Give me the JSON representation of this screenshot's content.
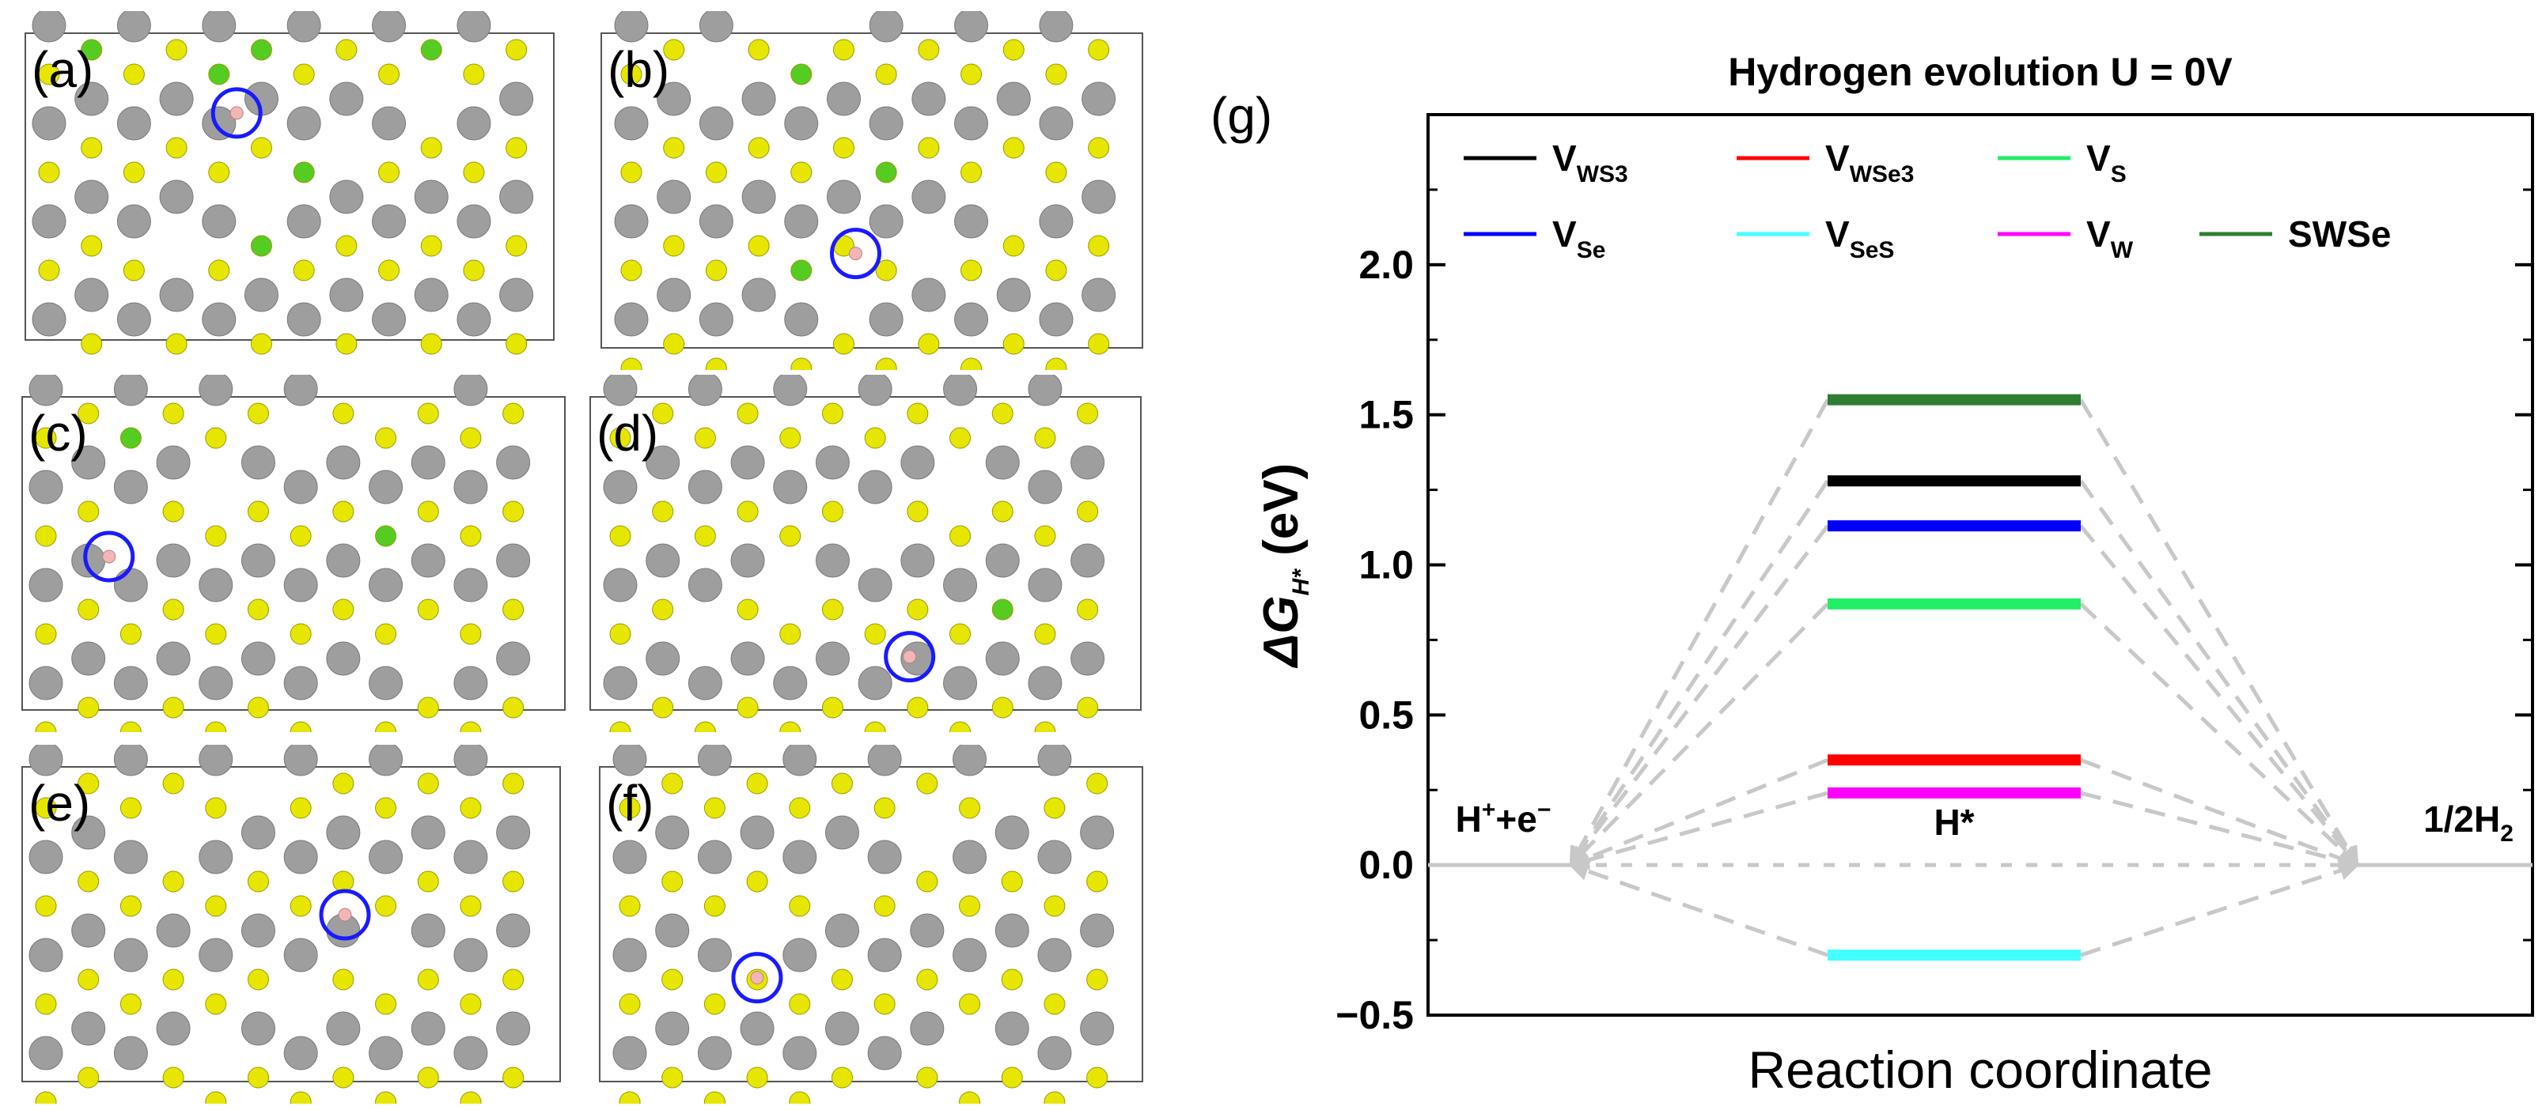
{
  "panels": [
    {
      "label": "(a)"
    },
    {
      "label": "(b)"
    },
    {
      "label": "(c)"
    },
    {
      "label": "(d)"
    },
    {
      "label": "(e)"
    },
    {
      "label": "(f)"
    }
  ],
  "colors": {
    "W_atom": "#9e9e9e",
    "S_atom": "#e6e600",
    "Se_atom": "#55cc22",
    "highlight": "#1a1aff",
    "connector": "#c8c8c8"
  },
  "chart_data": {
    "type": "energy-level diagram",
    "panel_label": "(g)",
    "title": "Hydrogen evolution U = 0V",
    "xlabel": "Reaction coordinate",
    "ylabel_main": "ΔG",
    "ylabel_sub": "H*",
    "ylabel_unit": " (eV)",
    "ylim": [
      -0.5,
      2.5
    ],
    "yticks": [
      "−0.5",
      "0.0",
      "0.5",
      "1.0",
      "1.5",
      "2.0"
    ],
    "ytick_values": [
      -0.5,
      0.0,
      0.5,
      1.0,
      1.5,
      2.0
    ],
    "states": {
      "initial": {
        "main": "H",
        "sup1": "+",
        "mid": "+e",
        "sup2": "−",
        "value": 0.0
      },
      "intermediate": {
        "main": "H*"
      },
      "final": {
        "main": "1/2H",
        "sub": "2",
        "value": 0.0
      }
    },
    "series": [
      {
        "name_main": "V",
        "name_sub": "WS3",
        "value": 1.28,
        "color": "#000000"
      },
      {
        "name_main": "V",
        "name_sub": "WSe3",
        "value": 0.35,
        "color": "#ff0000"
      },
      {
        "name_main": "V",
        "name_sub": "S",
        "value": 0.87,
        "color": "#22ee66"
      },
      {
        "name_main": "V",
        "name_sub": "Se",
        "value": 1.13,
        "color": "#0000ff"
      },
      {
        "name_main": "V",
        "name_sub": "SeS",
        "value": -0.3,
        "color": "#44ffff"
      },
      {
        "name_main": "V",
        "name_sub": "W",
        "value": 0.24,
        "color": "#ff00ff"
      },
      {
        "name_main": "SWSe",
        "name_sub": "",
        "value": 1.55,
        "color": "#2e7d32"
      }
    ]
  }
}
